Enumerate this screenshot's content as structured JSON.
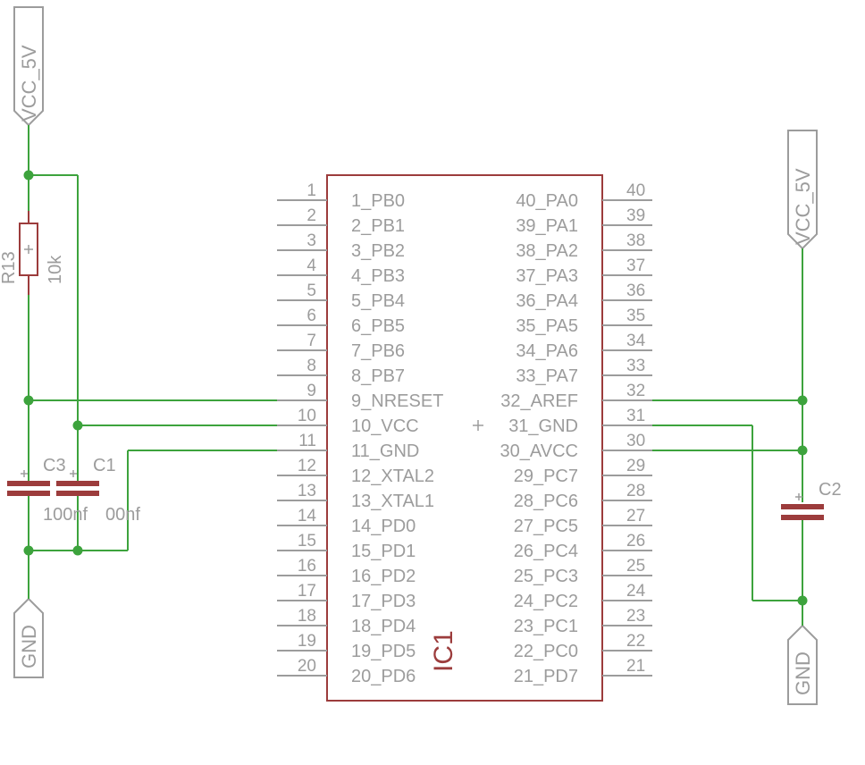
{
  "ic": {
    "refdes": "IC1",
    "left_pins": [
      {
        "num": "1",
        "name": "1_PB0"
      },
      {
        "num": "2",
        "name": "2_PB1"
      },
      {
        "num": "3",
        "name": "3_PB2"
      },
      {
        "num": "4",
        "name": "4_PB3"
      },
      {
        "num": "5",
        "name": "5_PB4"
      },
      {
        "num": "6",
        "name": "6_PB5"
      },
      {
        "num": "7",
        "name": "7_PB6"
      },
      {
        "num": "8",
        "name": "8_PB7"
      },
      {
        "num": "9",
        "name": "9_NRESET"
      },
      {
        "num": "10",
        "name": "10_VCC"
      },
      {
        "num": "11",
        "name": "11_GND"
      },
      {
        "num": "12",
        "name": "12_XTAL2"
      },
      {
        "num": "13",
        "name": "13_XTAL1"
      },
      {
        "num": "14",
        "name": "14_PD0"
      },
      {
        "num": "15",
        "name": "15_PD1"
      },
      {
        "num": "16",
        "name": "16_PD2"
      },
      {
        "num": "17",
        "name": "17_PD3"
      },
      {
        "num": "18",
        "name": "18_PD4"
      },
      {
        "num": "19",
        "name": "19_PD5"
      },
      {
        "num": "20",
        "name": "20_PD6"
      }
    ],
    "right_pins": [
      {
        "num": "40",
        "name": "40_PA0"
      },
      {
        "num": "39",
        "name": "39_PA1"
      },
      {
        "num": "38",
        "name": "38_PA2"
      },
      {
        "num": "37",
        "name": "37_PA3"
      },
      {
        "num": "36",
        "name": "36_PA4"
      },
      {
        "num": "35",
        "name": "35_PA5"
      },
      {
        "num": "34",
        "name": "34_PA6"
      },
      {
        "num": "33",
        "name": "33_PA7"
      },
      {
        "num": "32",
        "name": "32_AREF"
      },
      {
        "num": "31",
        "name": "31_GND"
      },
      {
        "num": "30",
        "name": "30_AVCC"
      },
      {
        "num": "29",
        "name": "29_PC7"
      },
      {
        "num": "28",
        "name": "28_PC6"
      },
      {
        "num": "27",
        "name": "27_PC5"
      },
      {
        "num": "26",
        "name": "26_PC4"
      },
      {
        "num": "25",
        "name": "25_PC3"
      },
      {
        "num": "24",
        "name": "24_PC2"
      },
      {
        "num": "23",
        "name": "23_PC1"
      },
      {
        "num": "22",
        "name": "22_PC0"
      },
      {
        "num": "21",
        "name": "21_PD7"
      }
    ]
  },
  "resistor": {
    "refdes": "R13",
    "value": "10k"
  },
  "capacitors": {
    "c3": {
      "refdes": "C3",
      "value": "100nf"
    },
    "c1": {
      "refdes": "C1",
      "value": "00nf"
    },
    "c2": {
      "refdes": "C2"
    }
  },
  "supplies": {
    "vcc_left": "VCC_5V",
    "vcc_right": "VCC_5V",
    "gnd_left": "GND",
    "gnd_right": "GND"
  },
  "colors": {
    "wire": "#3da33d",
    "part": "#9c3c3c",
    "label": "#9c9c9c"
  }
}
